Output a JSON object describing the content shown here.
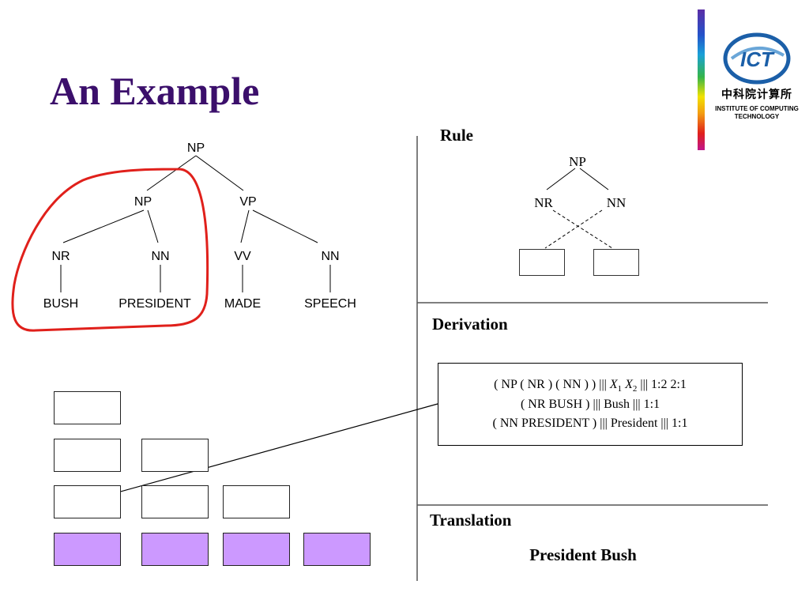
{
  "title": "An Example",
  "tree": {
    "root": "NP",
    "np": "NP",
    "vp": "VP",
    "nr": "NR",
    "nn": "NN",
    "vv": "VV",
    "nn2": "NN",
    "w1": "BUSH",
    "w2": "PRESIDENT",
    "w3": "MADE",
    "w4": "SPEECH"
  },
  "sections": {
    "rule": "Rule",
    "derivation": "Derivation",
    "translation": "Translation"
  },
  "rule": {
    "np": "NP",
    "nr": "NR",
    "nn": "NN"
  },
  "derivation": {
    "line1_a": "( NP ( NR ) ( NN ) ) ||| ",
    "line1_x1": "X",
    "line1_s1": "1",
    "line1_sp": " ",
    "line1_x2": "X",
    "line1_s2": "2",
    "line1_b": " ||| 1:2 2:1",
    "line2": "( NR BUSH ) ||| Bush ||| 1:1",
    "line3": "( NN PRESIDENT ) ||| President ||| 1:1"
  },
  "translation": "President Bush",
  "logo": {
    "acronym": "ICT",
    "chinese": "中科院计算所",
    "line1": "INSTITUTE OF COMPUTING",
    "line2": "TECHNOLOGY"
  },
  "colors": {
    "title": "#3b0f6b",
    "highlight": "#e0201b",
    "filled_cell": "#cc99ff",
    "logo_blue": "#1b5fa8"
  }
}
